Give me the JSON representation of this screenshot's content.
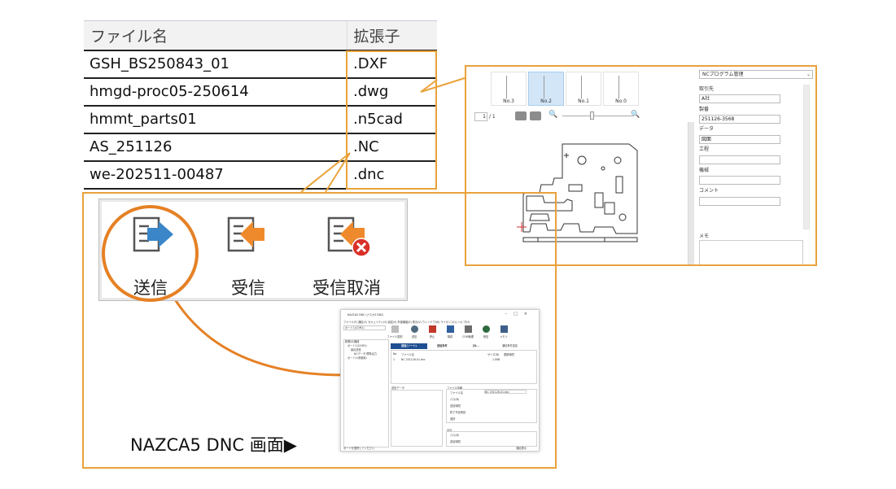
{
  "file_table": {
    "headers": [
      "ファイル名",
      "拡張子"
    ],
    "rows": [
      [
        "GSH_BS250843_01",
        ".DXF"
      ],
      [
        "hmgd-proc05-250614",
        ".dwg"
      ],
      [
        "hmmt_parts01",
        ".n5cad"
      ],
      [
        "AS_251126",
        ".NC"
      ],
      [
        "we-202511-00487",
        ".dnc"
      ]
    ]
  },
  "cad_viewer": {
    "thumbnails": [
      "No.3",
      "No.2",
      "No.1",
      "No.0"
    ],
    "selected_thumbnail": "No.2",
    "page_input": "1",
    "page_total": "/ 1",
    "panel_title": "NCプログラム管理",
    "fields": [
      {
        "label": "取引先",
        "value": "A社"
      },
      {
        "label": "製番",
        "value": "251126-3568"
      },
      {
        "label": "データ",
        "value": "図面"
      },
      {
        "label": "工程",
        "value": ""
      },
      {
        "label": "機械",
        "value": ""
      },
      {
        "label": "コメント",
        "value": ""
      }
    ],
    "memo_label": "メモ"
  },
  "toolbar": {
    "send_label": "送信",
    "receive_label": "受信",
    "cancel_label": "受信取消"
  },
  "dnc_window": {
    "title": "NAZCA5 DNC (ナスカ5 DNC)",
    "menu": "ファイル(F)  通信(C)  セキュリティ(S)  設定(S)  外部機能(E)  表示(V)  ウィンドウ(W)  ライセンス(L)  ヘルプ(H)",
    "port_select": "ポート1(COM1)",
    "toolbar_labels": [
      "ファイル選択",
      "送信",
      "停止",
      "構成",
      "COM管理",
      "受信",
      "メモリ"
    ],
    "tree_items": [
      "新規NC機械",
      "ポート1(COM1)",
      "最近送信",
      "NCデータ 標準出力",
      "ポート2(未使用)"
    ],
    "header_tab": "送信(ソート)",
    "header_col2": "送信条件",
    "header_col3": "[D...",
    "header_col4": "通信条件設定",
    "list_cols": [
      "No",
      "ファイル名",
      "サイズ(B)",
      "更新時間"
    ],
    "list_row": [
      "1",
      "NC 251126-01.dnc",
      "1.0KB",
      ""
    ],
    "send_data_label": "送信データ",
    "file_info_label": "ファイル情報",
    "file_info_fields": [
      "ファイル名",
      "パス(B)",
      "送信時間",
      "終了予定時刻",
      "進捗"
    ],
    "file_name_value": "NC 251126-01.dnc",
    "total_label": "合計",
    "total_fields": [
      "パス(B)",
      "送信時間"
    ],
    "status_left": "ポートを選択してください",
    "status_right": "通信表示"
  },
  "caption": "NAZCA5 DNC 画面▶",
  "colors": {
    "accent_orange": "#e58125",
    "frame_orange": "#e9a23b",
    "send_arrow": "#3a86c8",
    "receive_arrow": "#ef8a2c",
    "cancel_red": "#d9302a",
    "dnc_header": "#1f4f93"
  }
}
